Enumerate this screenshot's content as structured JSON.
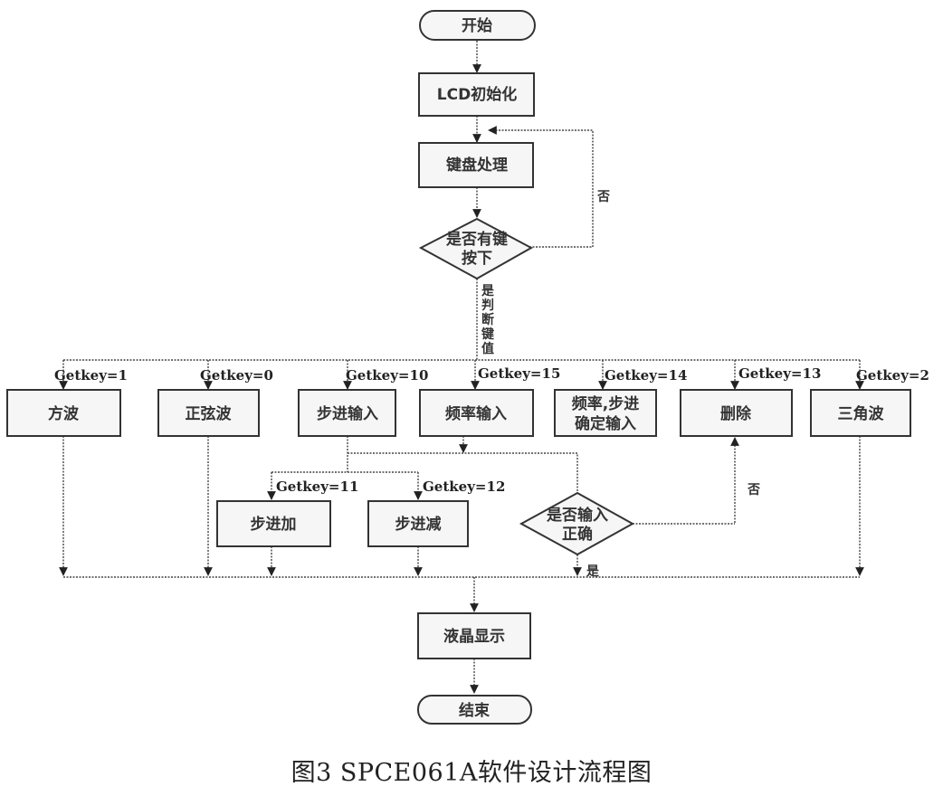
{
  "figure": {
    "caption": "图3   SPCE061A软件设计流程图"
  },
  "nodes": {
    "start": "开始",
    "lcd_init": "LCD初始化",
    "keyboard": "键盘处理",
    "key_pressed": [
      "是否有键",
      "按下"
    ],
    "square_wave": "方波",
    "sine_wave": "正弦波",
    "step_input": "步进输入",
    "freq_input": "频率输入",
    "confirm_input": [
      "频率,步进",
      "确定输入"
    ],
    "delete": "删除",
    "triangle_wave": "三角波",
    "step_add": "步进加",
    "step_sub": "步进减",
    "input_correct": [
      "是否输入",
      "正确"
    ],
    "lcd_display": "液晶显示",
    "end": "结束"
  },
  "edges": {
    "no_loop": "否",
    "yes_judge": [
      "是",
      "判",
      "断",
      "键",
      "值"
    ],
    "key1": "Getkey=1",
    "key0": "Getkey=0",
    "key10": "Getkey=10",
    "key15": "Getkey=15",
    "key14": "Getkey=14",
    "key13": "Getkey=13",
    "key2": "Getkey=2",
    "key11": "Getkey=11",
    "key12": "Getkey=12",
    "input_no": "否",
    "input_yes": "是"
  }
}
